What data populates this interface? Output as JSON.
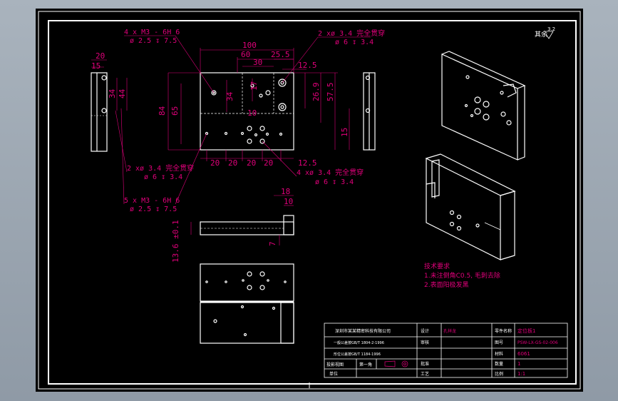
{
  "drawing": {
    "roughness_symbol": "其余",
    "roughness_value": "3.2",
    "dims_front": {
      "d100": "100",
      "d60": "60",
      "d25_5": "25.5",
      "d30": "30",
      "d12_5": "12.5",
      "d20": "20",
      "d15": "15",
      "d34": "34",
      "d44": "44",
      "d84": "84",
      "d65": "65",
      "d17": "17",
      "d10": "10",
      "d26_9": "26.9",
      "d57_5": "57.5",
      "d18": "18",
      "d7": "7",
      "d13_6": "13.6 ±0.1",
      "d20a": "20",
      "d20b": "20",
      "d20c": "20",
      "d20d": "20",
      "d12_5b": "12.5",
      "d34b": "34",
      "d15b": "15"
    },
    "callouts": {
      "c1_line1": "4 x  M3 - 6H 6",
      "c1_line2": "ø 2.5 ↧ 7.5",
      "c2_line1": "2 xø  3.4 完全贯穿",
      "c2_line2": "ø  6 ↧ 3.4",
      "c3_line1": "2 xø  3.4 完全贯穿",
      "c3_line2": "ø  6 ↧ 3.4",
      "c4_line1": "4 xø  3.4 完全贯穿",
      "c4_line2": "ø  6 ↧ 3.4",
      "c5_line1": "5 x  M3 - 6H 6",
      "c5_line2": "ø 2.5 ↧ 7.5"
    },
    "notes": {
      "title": "技术要求",
      "line1": "1.未注倒角C0.5, 毛刺去除",
      "line2": "2.表面阳极发黑"
    }
  },
  "title_block": {
    "company": "深圳市某某精密科技有限公司",
    "std_tol": "一般公差按GB/T 1804-2-1996",
    "std_geo": "形位公差按GB/T 1184-1996",
    "label_design": "设计",
    "label_check": "审核",
    "label_approve": "批准",
    "label_process": "工艺",
    "label_proj": "投影视图",
    "label_part": "第一角",
    "label_scale": "比例",
    "label_qty": "数量",
    "label_unit": "单位",
    "label_material_name": "零件名称",
    "label_drawing_no": "图号",
    "label_material": "材料",
    "part_name": "定位板1",
    "designer": "孔祥龙",
    "drawing_no": "PSW-LX-GS-02-006",
    "material": "6061",
    "quantity": "1",
    "sheet": "1:1"
  }
}
